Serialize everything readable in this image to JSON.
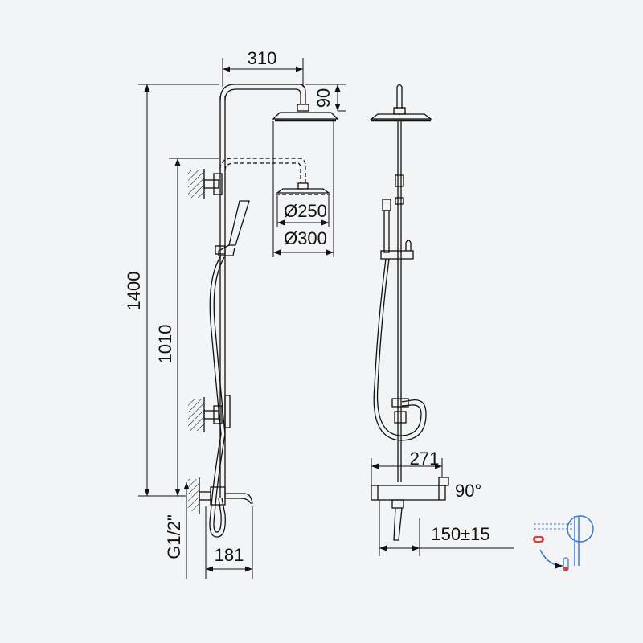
{
  "dimensions": {
    "arm_width": "310",
    "head_drop": "90",
    "diameter_small": "Ø250",
    "diameter_large": "Ø300",
    "total_height": "1400",
    "mixer_height": "1010",
    "connection_thread": "G1/2\"",
    "spout_length": "181",
    "side_depth": "271",
    "rotation_angle": "90°",
    "wall_distance": "150±15"
  },
  "icons": {
    "temperature_control": "thermostat-diagram-icon"
  },
  "colors": {
    "line": "#111111",
    "background": "#f2f4f6",
    "accent_blue": "#3d7bc8",
    "accent_red": "#e23b3b"
  }
}
